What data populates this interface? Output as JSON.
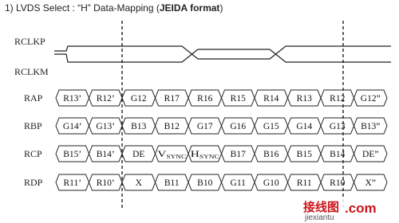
{
  "title": {
    "prefix": "1) LVDS Select : “H” Data-Mapping (",
    "bold": "JEIDA format",
    "suffix": ")"
  },
  "clock": {
    "pos_label": "RCLKP",
    "neg_label": "RCLKM"
  },
  "rows": [
    {
      "label": "RAP",
      "cells": [
        "R13’",
        "R12’",
        "G12",
        "R17",
        "R16",
        "R15",
        "R14",
        "R13",
        "R12",
        "G12”"
      ]
    },
    {
      "label": "RBP",
      "cells": [
        "G14’",
        "G13’",
        "B13",
        "B12",
        "G17",
        "G16",
        "G15",
        "G14",
        "G13",
        "B13”"
      ]
    },
    {
      "label": "RCP",
      "cells": [
        "B15’",
        "B14’",
        "DE",
        "V_SYNC",
        "H_SYNC",
        "B17",
        "B16",
        "B15",
        "B14",
        "DE”"
      ]
    },
    {
      "label": "RDP",
      "cells": [
        "R11’",
        "R10’",
        "X",
        "B11",
        "B10",
        "G11",
        "G10",
        "R11",
        "R10",
        "X”"
      ]
    }
  ],
  "watermark": {
    "cn": "接线图",
    "com": ".com",
    "url": "jiexiantu"
  }
}
